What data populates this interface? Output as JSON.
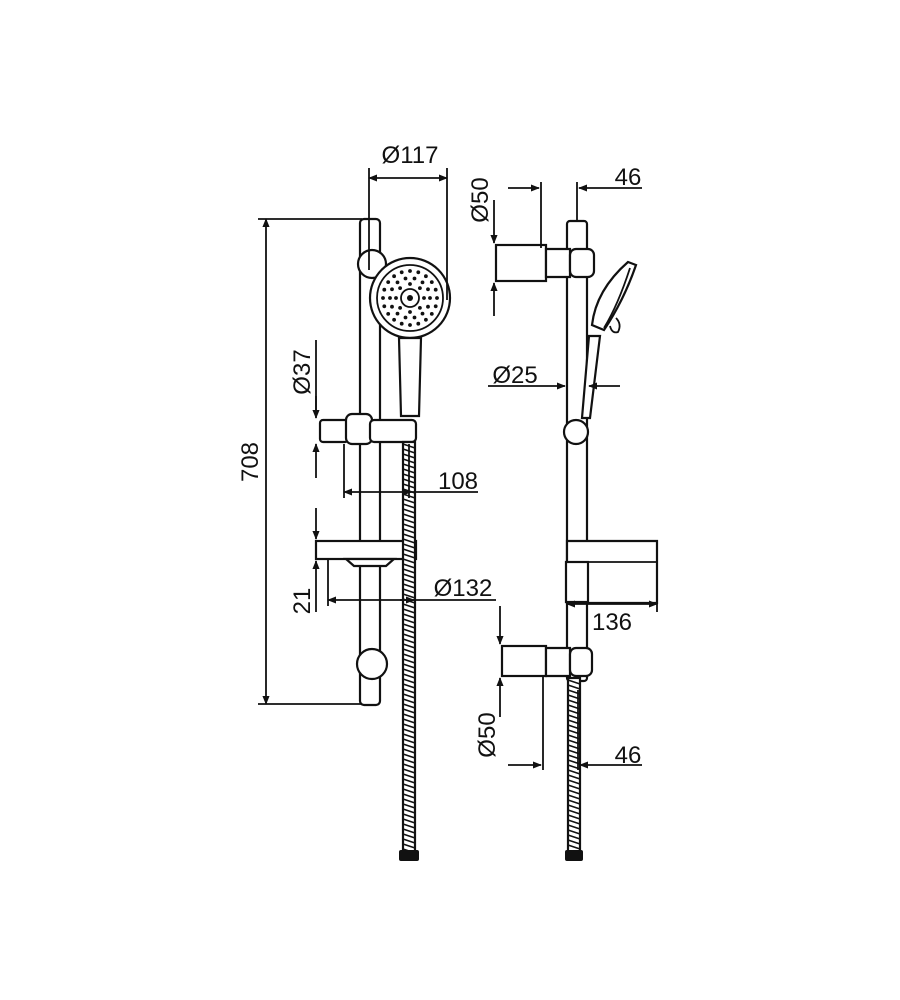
{
  "dimensions": {
    "front_head_diameter": "Ø117",
    "front_height": "708",
    "front_holder_diameter": "Ø37",
    "front_holder_offset": "108",
    "front_shelf_height": "21",
    "front_shelf_diameter": "Ø132",
    "side_top_bracket_diameter": "Ø50",
    "side_top_bracket_depth": "46",
    "side_rail_diameter": "Ø25",
    "side_shelf_depth": "136",
    "side_bottom_bracket_diameter": "Ø50",
    "side_bottom_bracket_depth": "46"
  }
}
